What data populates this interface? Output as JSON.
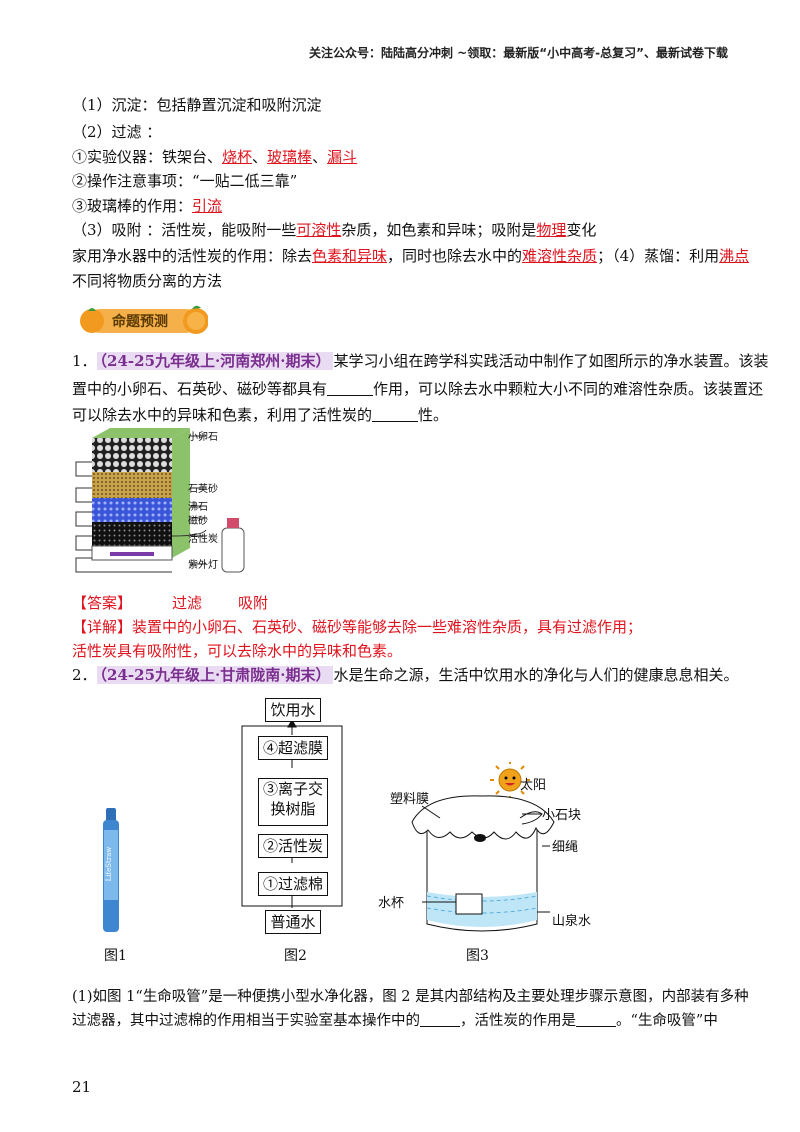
{
  "header": "关注公众号：陆陆高分冲刺  ~领取：最新版“小中高考-总复习”、最新试卷下载",
  "notes": {
    "l1": "（1）沉淀：包括静置沉淀和吸附沉淀",
    "l2": "（2）过滤 ：",
    "l3_pre": "①实验仪器：铁架台、",
    "l3_a": "烧杯",
    "l3_sep1": "、",
    "l3_b": "玻璃棒",
    "l3_sep2": "、",
    "l3_c": "漏斗",
    "l4": "②操作注意事项：“一贴二低三靠”",
    "l5_pre": "③玻璃棒的作用：",
    "l5_a": "引流",
    "l6_pre": "（3）吸附 ：活性炭，能吸附一些",
    "l6_a": "可溶性",
    "l6_mid": "杂质，如色素和异味；吸附是",
    "l6_b": "物理",
    "l6_post": "变化",
    "l7_pre": "家用净水器中的活性炭的作用：除去",
    "l7_a": "色素和异味",
    "l7_mid": "，同时也除去水中的",
    "l7_b": "难溶性杂质",
    "l7_mid2": "；（4）蒸馏：利用",
    "l7_c": "沸点",
    "l8": "不同将物质分离的方法"
  },
  "badge": "命题预测",
  "q1": {
    "num": "1．",
    "tag": "（24-25九年级上·河南郑州·期末）",
    "l1": "某学习小组在跨学科实践活动中制作了如图所示的净水装置。该装",
    "l2_pre": "置中的小卵石、石英砂、磁砂等都具有",
    "l2_post": "作用，可以除去水中颗粒大小不同的难溶性杂质。该装置还",
    "l3_pre": "可以除去水中的异味和色素，利用了活性炭的",
    "l3_post": "性。",
    "figure_labels": {
      "a": "小卵石",
      "b": "石英砂",
      "c": "沸石",
      "d": "磁砂",
      "e": "活性炭",
      "f": "紫外灯"
    },
    "answer_tag": "【答案】",
    "answer_1": "过滤",
    "answer_2": "吸附",
    "detail_tag": "【详解】",
    "detail_1": "装置中的小卵石、石英砂、磁砂等能够去除一些难溶性杂质，具有过滤作用；",
    "detail_2": "活性炭具有吸附性，可以去除水中的异味和色素。"
  },
  "q2": {
    "num": "2．",
    "tag": "（24-25九年级上·甘肃陇南·期末）",
    "l1": "水是生命之源，生活中饮用水的净化与人们的健康息息相关。",
    "fig2": {
      "top": "饮用水",
      "s4": "④超滤膜",
      "s3a": "③离子交",
      "s3b": "换树脂",
      "s2": "②活性炭",
      "s1": "①过滤棉",
      "bottom": "普通水"
    },
    "fig3": {
      "sun": "太阳",
      "film": "塑料膜",
      "stone": "小石块",
      "rope": "细绳",
      "cup": "水杯",
      "water": "山泉水"
    },
    "cap1": "图1",
    "cap2": "图2",
    "cap3": "图3",
    "straw_text": "LifeStraw",
    "p1_pre": "(1)如图 1“生命吸管”是一种便携小型水净化器，图 2 是其内部结构及主要处理步骤示意图，内部装有多种",
    "p2_pre": "过滤器，其中过滤棉的作用相当于实验室基本操作中的",
    "p2_mid": "，活性炭的作用是",
    "p2_post": "。“生命吸管”中"
  },
  "page_number": "21",
  "colors": {
    "accent_red": "#e0141e",
    "tag_bg": "#e9dcf2",
    "badge_orange": "#f29a1f"
  }
}
